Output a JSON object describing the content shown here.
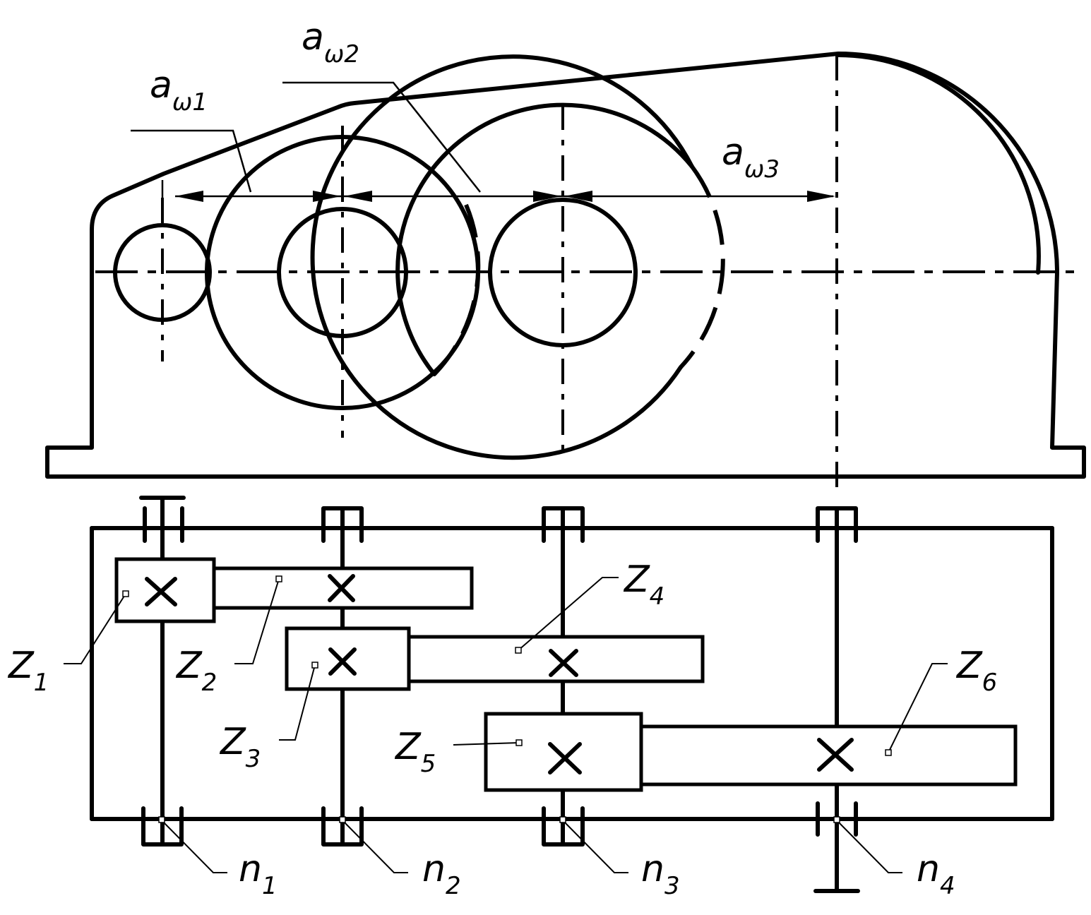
{
  "dimensions": {
    "aw1": {
      "main": "a",
      "sub": "ω1"
    },
    "aw2": {
      "main": "a",
      "sub": "ω2"
    },
    "aw3": {
      "main": "a",
      "sub": "ω3"
    }
  },
  "gears": {
    "z1": {
      "main": "Z",
      "sub": "1"
    },
    "z2": {
      "main": "Z",
      "sub": "2"
    },
    "z3": {
      "main": "Z",
      "sub": "3"
    },
    "z4": {
      "main": "Z",
      "sub": "4"
    },
    "z5": {
      "main": "Z",
      "sub": "5"
    },
    "z6": {
      "main": "Z",
      "sub": "6"
    }
  },
  "speeds": {
    "n1": {
      "main": "n",
      "sub": "1"
    },
    "n2": {
      "main": "n",
      "sub": "2"
    },
    "n3": {
      "main": "n",
      "sub": "3"
    },
    "n4": {
      "main": "n",
      "sub": "4"
    }
  }
}
